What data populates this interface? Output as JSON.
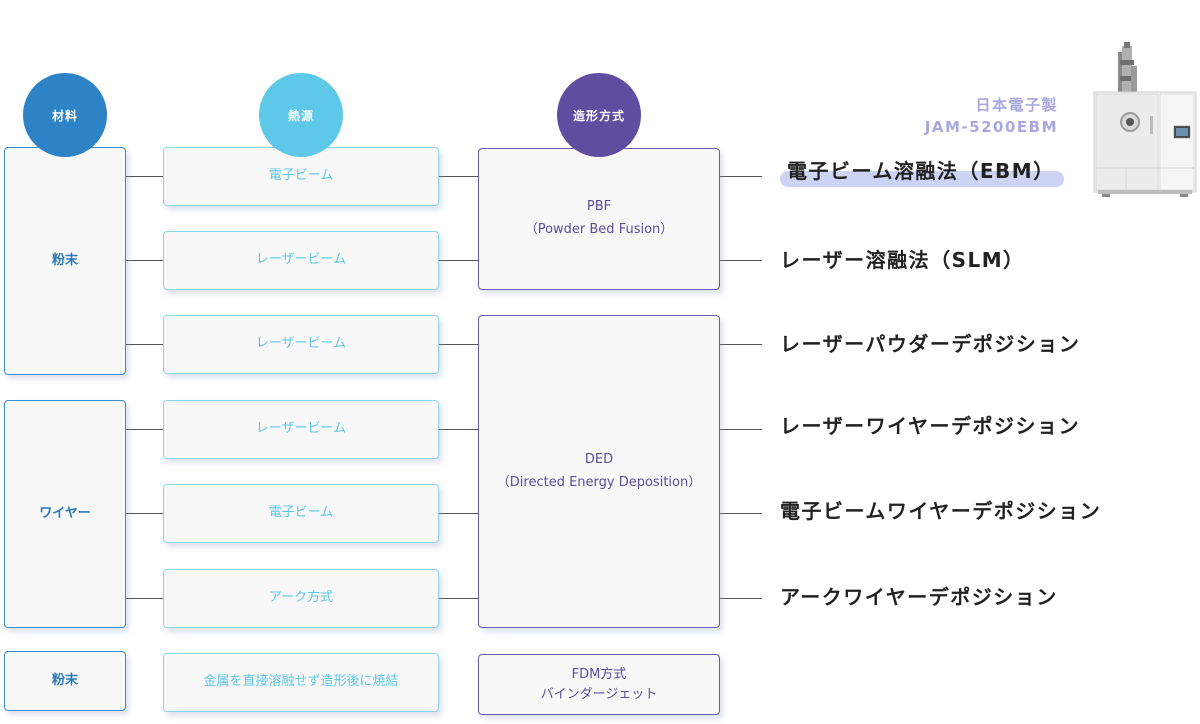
{
  "headers": {
    "material": "材料",
    "heat_source": "熱源",
    "forming_method": "造形方式"
  },
  "materials": [
    "粉末",
    "ワイヤー",
    "粉末"
  ],
  "heat_sources": [
    "電子ビーム",
    "レーザービーム",
    "レーザービーム",
    "レーザービーム",
    "電子ビーム",
    "アーク方式",
    "金属を直接溶融せず造形後に焼結"
  ],
  "methods": {
    "pbf": {
      "line1": "PBF",
      "line2": "（Powder Bed Fusion）"
    },
    "ded": {
      "line1": "DED",
      "line2": "（Directed Energy Deposition）"
    },
    "fdm": {
      "line1": "FDM方式",
      "line2": "バインダージェット"
    }
  },
  "processes": [
    "電子ビーム溶融法（EBM）",
    "レーザー溶融法（SLM）",
    "レーザーパウダーデポジション",
    "レーザーワイヤーデポジション",
    "電子ビームワイヤーデポジション",
    "アークワイヤーデポジション"
  ],
  "maker": {
    "name": "日本電子製",
    "model": "JAM-5200EBM"
  },
  "colors": {
    "material": "#2d83c6",
    "heat_source": "#5ec8e8",
    "forming_method": "#5f4d9f",
    "highlight": "#cdd3f2",
    "maker_text": "#a9a8e0"
  },
  "icons": [
    "ebm-machine-image"
  ]
}
